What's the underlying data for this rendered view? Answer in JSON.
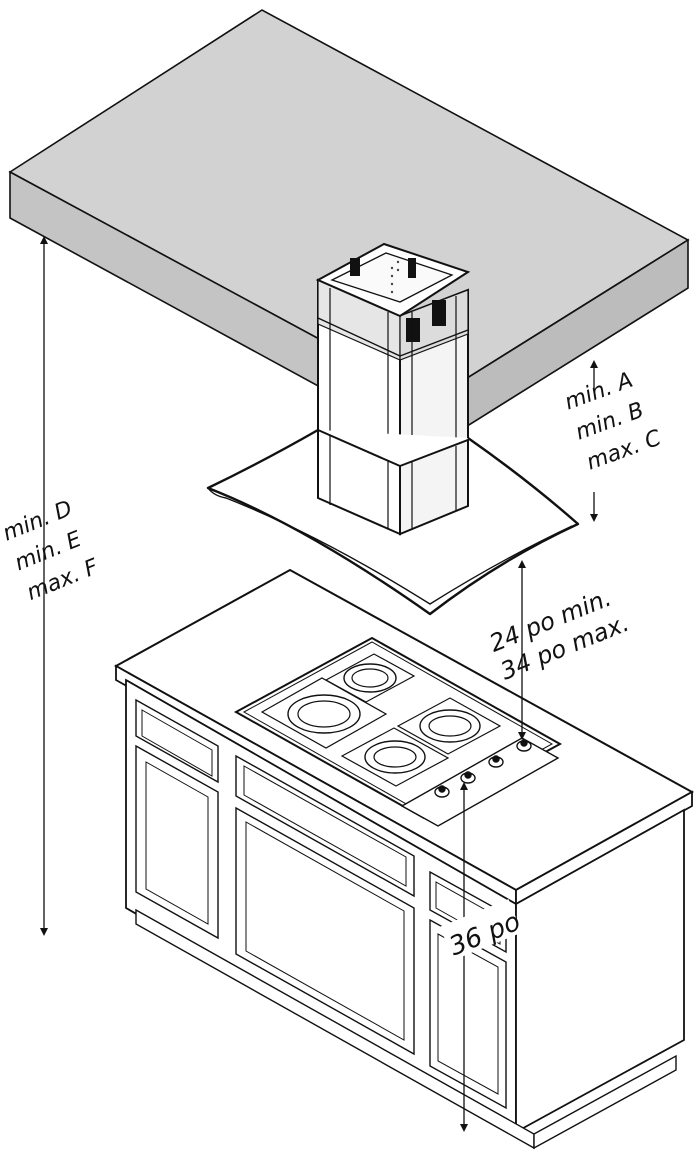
{
  "colors": {
    "ceiling_fill": "#d2d2d2",
    "ceiling_shade": "#bcbcbc",
    "line": "#111111",
    "background": "#ffffff"
  },
  "labels": {
    "hood_clearance": [
      "min.  A",
      "min.  B",
      "max. C"
    ],
    "ceiling_height": [
      "min.  D",
      "min.  E",
      "max.  F"
    ],
    "hood_to_cooktop": [
      "24 po  min.",
      "34 po max."
    ],
    "counter_height": "36 po"
  }
}
